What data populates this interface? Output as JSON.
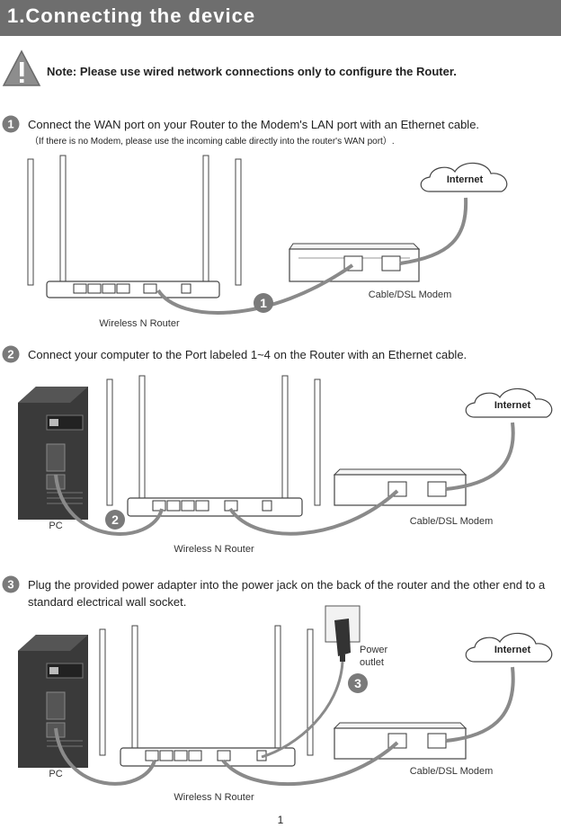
{
  "header": {
    "title": "1.Connecting the device"
  },
  "note": {
    "text": "Note: Please use wired network connections only to configure the Router."
  },
  "steps": [
    {
      "number": "1",
      "text": "Connect the WAN port on your Router to the Modem's LAN port with an Ethernet cable.",
      "subtext": "（If there is no Modem, please use the incoming cable directly into the router's WAN port）."
    },
    {
      "number": "2",
      "text": "Connect your computer to the Port labeled 1~4 on the Router with an Ethernet cable."
    },
    {
      "number": "3",
      "text": "Plug the provided power adapter into the power jack on the back of the router and the other end to a standard electrical wall socket."
    }
  ],
  "labels": {
    "internet": "Internet",
    "modem": "Cable/DSL  Modem",
    "router": "Wireless N Router",
    "pc": "PC",
    "power_line1": "Power",
    "power_line2": "outlet"
  },
  "colors": {
    "header_bg": "#6e6e6e",
    "badge": "#7a7a7a",
    "cable": "#8a8a8a",
    "device_dark": "#333333"
  },
  "page": {
    "number": "1"
  }
}
